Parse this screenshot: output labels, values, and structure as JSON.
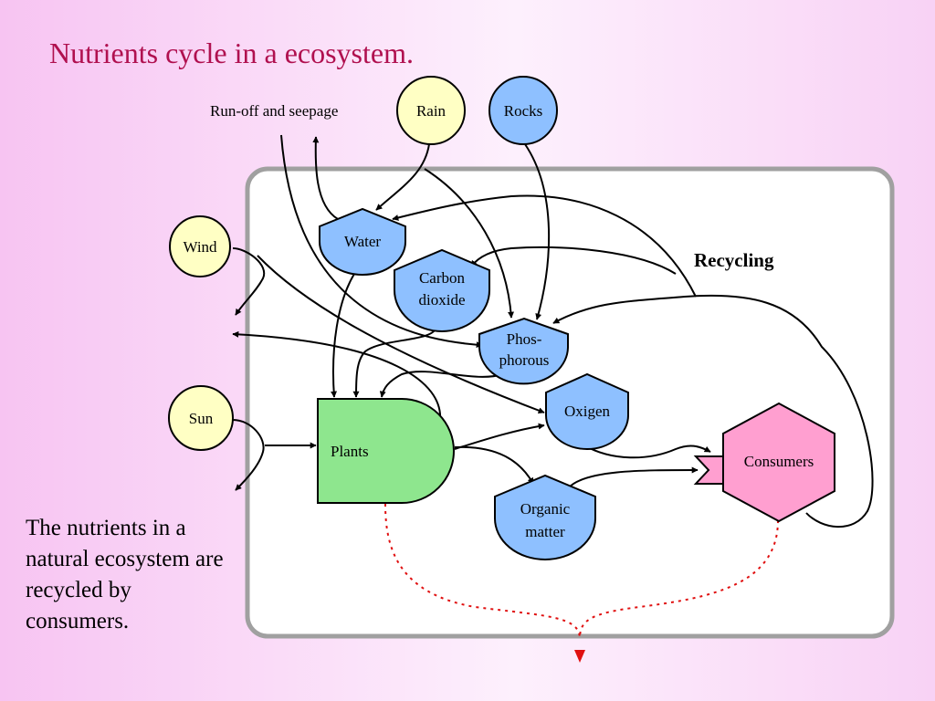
{
  "slide": {
    "title": "Nutrients cycle in a ecosystem.",
    "caption": "The nutrients in a natural ecosystem are recycled by consumers."
  },
  "diagram": {
    "nodes": {
      "rain": "Rain",
      "rocks": "Rocks",
      "wind": "Wind",
      "sun": "Sun",
      "water": "Water",
      "carbon_dioxide": [
        "Carbon",
        "dioxide"
      ],
      "phosphorous": [
        "Phos-",
        "phorous"
      ],
      "oxigen": "Oxigen",
      "plants": "Plants",
      "organic_matter": [
        "Organic",
        "matter"
      ],
      "consumers": "Consumers"
    },
    "labels": {
      "runoff": "Run-off and seepage",
      "recycling": "Recycling"
    },
    "colors": {
      "title": "#b0104f",
      "element_fill": "#8ec0ff",
      "source_fill": "#ffffc4",
      "plants_fill": "#8ee68e",
      "consumers_fill": "#ff9fd0",
      "loss_arrow": "#e01010",
      "frame": "#a0a0a0"
    }
  }
}
